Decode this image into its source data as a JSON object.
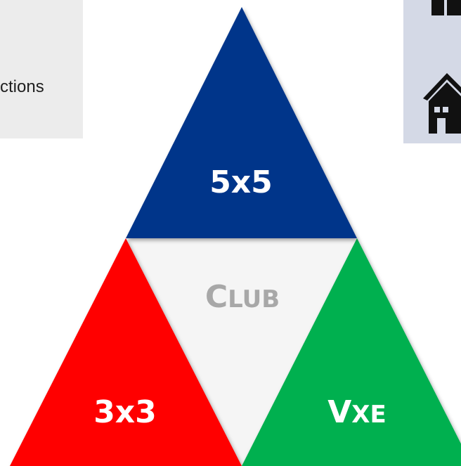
{
  "left_panel": {
    "text": "ctions"
  },
  "pyramid": {
    "top_label": "5x5",
    "center_label_first": "C",
    "center_label_rest": "LUB",
    "left_label": "3x3",
    "right_label_first": "V",
    "right_label_rest": "XE"
  },
  "icons": [
    "building-icon",
    "house-icon"
  ],
  "colors": {
    "blue": "#00368a",
    "red": "#ff0000",
    "green": "#00b050",
    "center": "#f5f5f5",
    "club_text": "#a8a8a8",
    "left_panel_bg": "#ececec",
    "right_panel_bg": "#d4d9e6"
  }
}
